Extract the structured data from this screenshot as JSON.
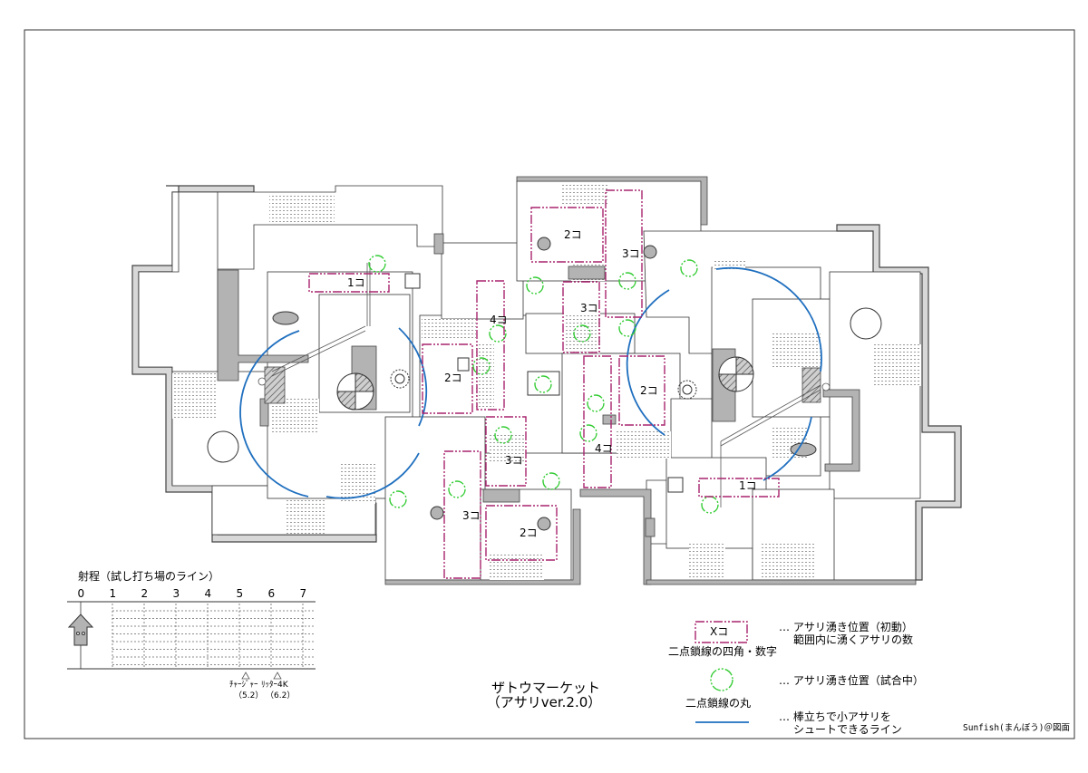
{
  "colors": {
    "zone_box": "#a8246e",
    "spawn_circle": "#33cc33",
    "shoot_line": "#1f6fbf",
    "wall": "#555555",
    "wall_fill": "#b3b3b3",
    "floor_stroke": "#333333"
  },
  "title": {
    "line1": "ザトウマーケット",
    "line2": "（アサリver.2.0）"
  },
  "credit": "Sunfish(まんぼう)＠図面",
  "zones": [
    {
      "count": "1コ"
    },
    {
      "count": "2コ"
    },
    {
      "count": "3コ"
    },
    {
      "count": "3コ"
    },
    {
      "count": "4コ"
    },
    {
      "count": "2コ"
    },
    {
      "count": "2コ"
    },
    {
      "count": "4コ"
    },
    {
      "count": "3コ"
    },
    {
      "count": "3コ"
    },
    {
      "count": "2コ"
    },
    {
      "count": "1コ"
    }
  ],
  "range": {
    "title": "射程（試し打ち場のライン）",
    "ticks": [
      "0",
      "1",
      "2",
      "3",
      "4",
      "5",
      "6",
      "7"
    ],
    "weapons": [
      {
        "name": "ﾁｬｰｼﾞｬｰ",
        "range": "（5.2）",
        "value": 5.2
      },
      {
        "name": "ﾘｯﾀｰ4K",
        "range": "（6.2）",
        "value": 6.2
      }
    ]
  },
  "legend": {
    "box_sample": "Xコ",
    "box_caption": "二点鎖線の四角・数字",
    "box_desc_1": "… アサリ湧き位置（初動）",
    "box_desc_2": "範囲内に湧くアサリの数",
    "circle_caption": "二点鎖線の丸",
    "circle_desc": "… アサリ湧き位置（試合中）",
    "line_desc_1": "… 棒立ちで小アサリを",
    "line_desc_2": "シュートできるライン"
  }
}
